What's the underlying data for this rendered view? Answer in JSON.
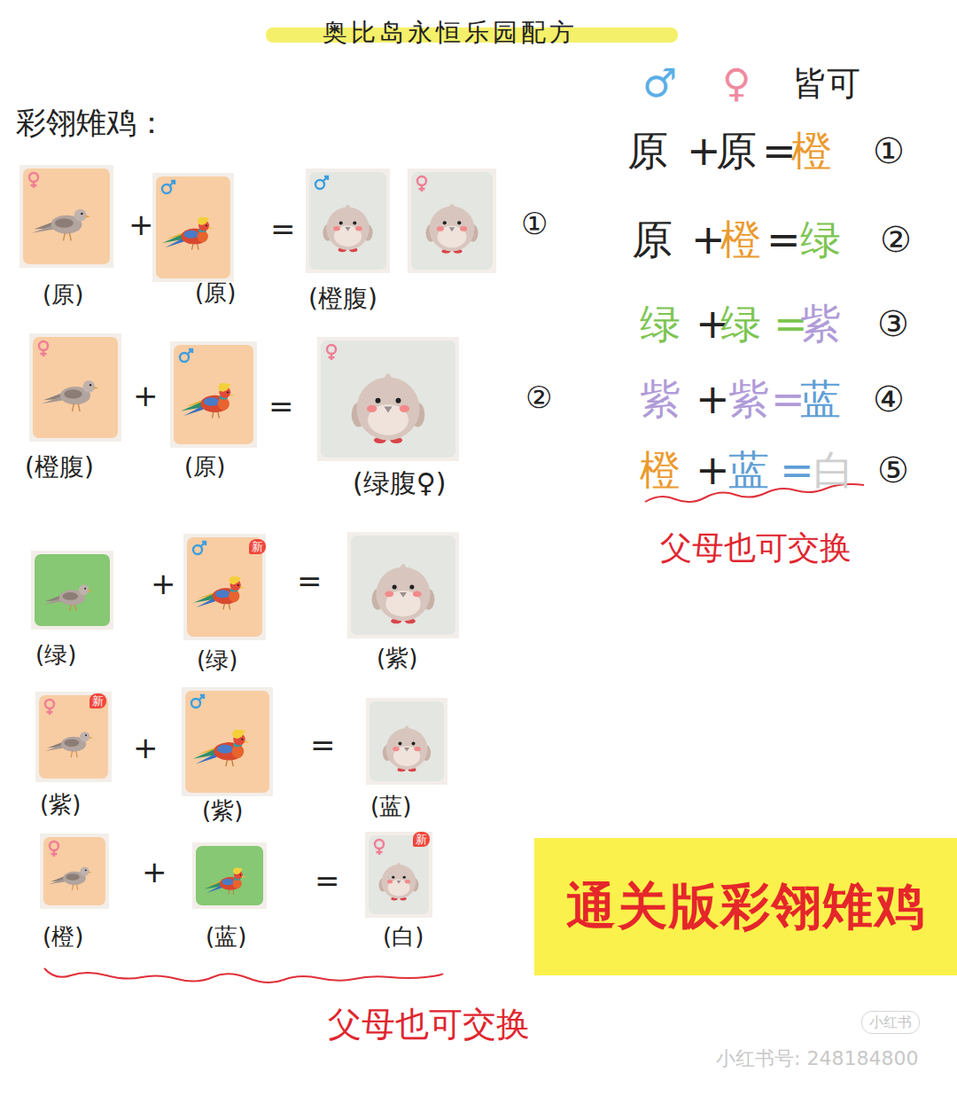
{
  "diagram": {
    "title": "奥比岛永恒乐园配方",
    "nodes": [
      {
        "text": [
          "(原)"
        ]
      },
      {
        "text": [
          "(原)"
        ]
      },
      {
        "text": [
          "(橙腹)"
        ]
      },
      {
        "text": [
          "(橙腹)"
        ]
      },
      {
        "text": [
          "(原)"
        ]
      },
      {
        "text": [
          "(绿腹♀)"
        ]
      },
      {
        "text": [
          "(绿)"
        ]
      },
      {
        "text": [
          "(绿)"
        ]
      },
      {
        "text": [
          "(紫)"
        ]
      },
      {
        "text": [
          "(紫)"
        ]
      },
      {
        "text": [
          "(紫)"
        ]
      },
      {
        "text": [
          "(蓝)"
        ]
      },
      {
        "text": [
          "(橙)"
        ]
      },
      {
        "text": [
          "(蓝)"
        ]
      },
      {
        "text": [
          "(白)"
        ]
      },
      {
        "text": [
          "通关版彩翎雉鸡"
        ]
      }
    ],
    "labels": [
      "彩翎雉鸡：",
      "+",
      "=",
      "①",
      "+",
      "=",
      "②",
      "+",
      "=",
      "新",
      "+",
      "=",
      "新",
      "+",
      "=",
      "新",
      "♂",
      "♀",
      "皆可",
      "原",
      "+",
      "原",
      "=",
      "橙",
      "①",
      "原",
      "+",
      "橙",
      "=",
      "绿",
      "②",
      "绿",
      "+",
      "绿",
      "=",
      "紫",
      "③",
      "紫",
      "+",
      "紫",
      "=",
      "蓝",
      "④",
      "橙",
      "+",
      "蓝",
      "=",
      "白",
      "⑤",
      "父母也可交换",
      "父母也可交换",
      "小红书",
      "小红书号: 248184800"
    ]
  }
}
